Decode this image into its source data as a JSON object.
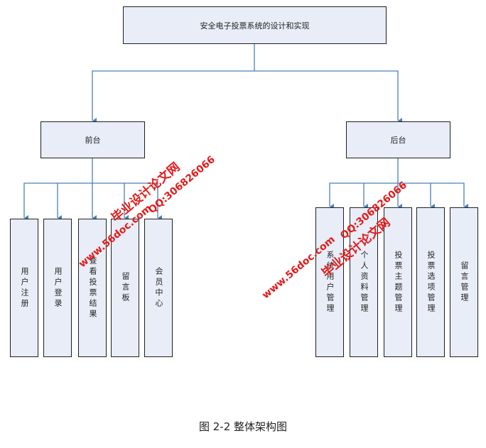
{
  "diagram": {
    "root": {
      "label": "安全电子投票系统的设计和实现"
    },
    "front": {
      "label": "前台",
      "children": [
        "用户注册",
        "用户登录",
        "查看投票结果",
        "留言板",
        "会员中心"
      ]
    },
    "back": {
      "label": "后台",
      "children": [
        "系统用户管理",
        "个人资料管理",
        "投票主题管理",
        "投票选项管理",
        "留言管理"
      ]
    },
    "caption": "图 2-2 整体架构图",
    "line_color": "#4a7fb8",
    "box_fill": "#e8edf7"
  },
  "watermarks": {
    "left": {
      "site": "www.56doc.com",
      "qq": "QQ:306826066",
      "name": "毕业设计论文网"
    },
    "right": {
      "site": "www.56doc.com",
      "qq": "QQ:306826066",
      "name": "毕业设计论文网"
    }
  }
}
